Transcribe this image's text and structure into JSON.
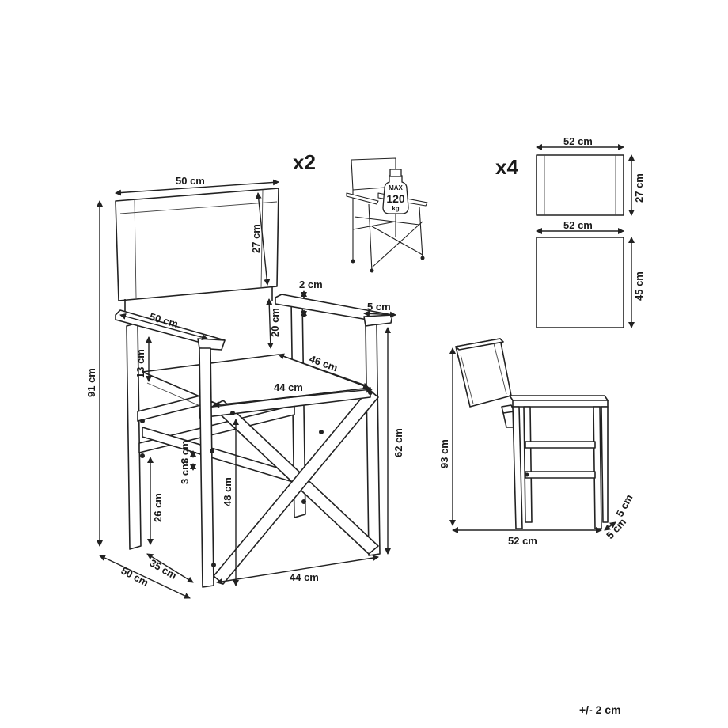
{
  "quantities": {
    "chair_count": "x2",
    "panel_count": "x4"
  },
  "badge": {
    "line1": "MAX",
    "line2": "120",
    "line3": "kg"
  },
  "chair_dims": {
    "backrest_width": "50 cm",
    "backrest_height": "27 cm",
    "back_gap": "20 cm",
    "armrest_thickness": "2 cm",
    "armrest_width": "5 cm",
    "armrest_length": "50 cm",
    "arm_to_seat": "13 cm",
    "seat_depth": "46 cm",
    "seat_width": "44 cm",
    "front_height": "62 cm",
    "total_height": "91 cm",
    "leg_offset": "3 cm",
    "seat_height": "48 cm",
    "lower_rail": "26 cm",
    "base_depth_inner": "35 cm",
    "base_depth_outer": "50 cm",
    "base_width": "44 cm"
  },
  "panel_dims": {
    "back_width": "52 cm",
    "back_height": "27 cm",
    "seat_width": "52 cm",
    "seat_height": "45 cm"
  },
  "folded_dims": {
    "height": "93 cm",
    "width": "52 cm",
    "depth": "5 cm"
  },
  "tolerance": "+/- 2 cm"
}
